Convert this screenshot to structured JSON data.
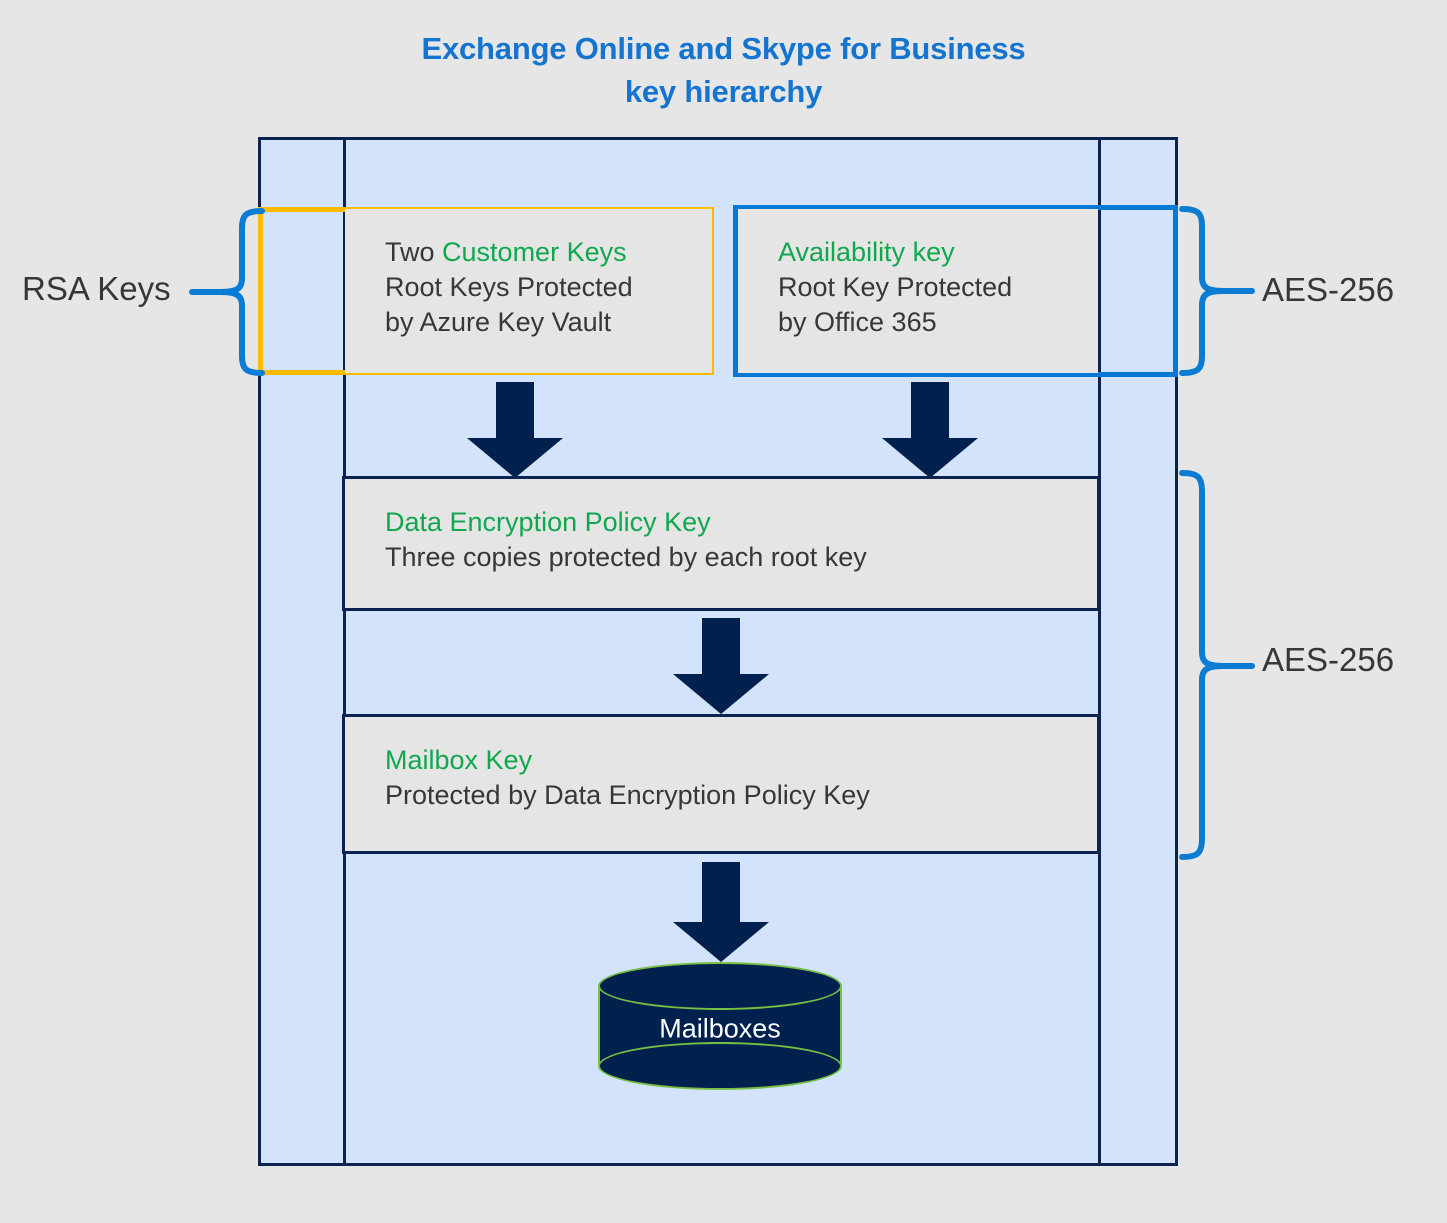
{
  "title": {
    "line1": "Exchange Online and Skype for Business",
    "line2": "key hierarchy",
    "color": "#1474d0"
  },
  "colors": {
    "background": "#e6e6e6",
    "container_fill": "#d3e3fb",
    "container_border": "#0a2351",
    "box_fill": "#e5e5e5",
    "accent_green": "#10a84e",
    "accent_yellow": "#fcba00",
    "accent_blue": "#0378d4",
    "arrow_navy": "#00214e",
    "cylinder_fill": "#00214e",
    "cylinder_outline": "#77c043",
    "body_text": "#373737"
  },
  "side_labels": {
    "rsa_keys": "RSA Keys",
    "aes_top": "AES-256",
    "aes_bottom": "AES-256"
  },
  "boxes": {
    "customer_keys": {
      "line1_prefix": "Two ",
      "line1_highlight": "Customer Keys",
      "line2": "Root Keys Protected",
      "line3": "by Azure Key Vault"
    },
    "availability_key": {
      "line1_highlight": "Availability key",
      "line2": "Root Key Protected",
      "line3": "by Office 365"
    },
    "data_encryption_policy_key": {
      "line1_highlight": "Data Encryption Policy Key",
      "line2": "Three copies protected by each root key"
    },
    "mailbox_key": {
      "line1_highlight": "Mailbox Key",
      "line2": "Protected by Data Encryption Policy Key"
    },
    "mailboxes": {
      "label": "Mailboxes"
    }
  },
  "chart_data": {
    "type": "diagram",
    "title": "Exchange Online and Skype for Business key hierarchy",
    "nodes": [
      {
        "id": "customer-keys",
        "label": "Two Customer Keys / Root Keys Protected by Azure Key Vault",
        "group": "RSA Keys",
        "algorithm": "RSA"
      },
      {
        "id": "availability-key",
        "label": "Availability key / Root Key Protected by Office 365",
        "group": "AES-256",
        "algorithm": "AES-256"
      },
      {
        "id": "data-encryption-policy-key",
        "label": "Data Encryption Policy Key / Three copies protected by each root key",
        "group": "AES-256",
        "algorithm": "AES-256"
      },
      {
        "id": "mailbox-key",
        "label": "Mailbox Key / Protected by Data Encryption Policy Key",
        "group": "AES-256",
        "algorithm": "AES-256"
      },
      {
        "id": "mailboxes",
        "label": "Mailboxes",
        "shape": "cylinder"
      }
    ],
    "edges": [
      {
        "from": "customer-keys",
        "to": "data-encryption-policy-key"
      },
      {
        "from": "availability-key",
        "to": "data-encryption-policy-key"
      },
      {
        "from": "data-encryption-policy-key",
        "to": "mailbox-key"
      },
      {
        "from": "mailbox-key",
        "to": "mailboxes"
      }
    ]
  }
}
